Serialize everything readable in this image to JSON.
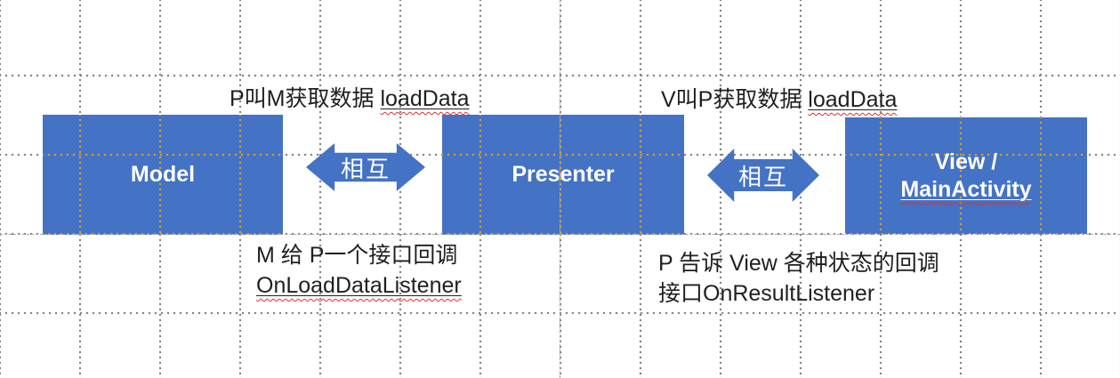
{
  "colors": {
    "shape_fill": "#4472C4",
    "shape_text": "#FFFFFF",
    "annotation_text": "#1F1F1F",
    "spellcheck_underline": "#E0312E",
    "grid_dot": "#7F7F7F",
    "grid_dot_on_shape": "#D9A32F",
    "guide_line": "#A8A8A8",
    "background": "#FFFFFF"
  },
  "boxes": [
    {
      "label": "Model"
    },
    {
      "label": "Presenter"
    },
    {
      "label_line1": "View /",
      "label_line2": "MainActivity"
    }
  ],
  "arrows": [
    {
      "label": "相互"
    },
    {
      "label": "相互"
    }
  ],
  "annotations": {
    "top_left": {
      "text": "P叫M获取数据 ",
      "underlined_token": "loadData"
    },
    "top_right": {
      "text": "V叫P获取数据 ",
      "underlined_token": "loadData"
    },
    "bottom_left": {
      "line1": "M 给 P一个接口回调",
      "line2_underlined_token": "OnLoadDataListener"
    },
    "bottom_right": {
      "line1": "P 告诉 View 各种状态的回调",
      "line2": "接口OnResultListener"
    }
  }
}
